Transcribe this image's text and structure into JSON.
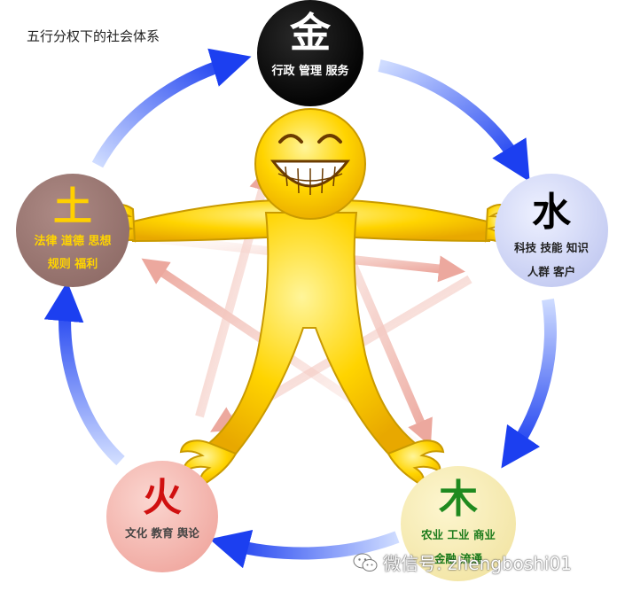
{
  "title": "五行分权下的社会体系",
  "elements": {
    "metal": {
      "glyph": "金",
      "line1": "行政 管理 服务",
      "line2": ""
    },
    "water": {
      "glyph": "水",
      "line1": "科技 技能 知识",
      "line2": "人群 客户"
    },
    "wood": {
      "glyph": "木",
      "line1": "农业 工业 商业",
      "line2": "金融 流通"
    },
    "fire": {
      "glyph": "火",
      "line1": "文化 教育 舆论",
      "line2": ""
    },
    "earth": {
      "glyph": "土",
      "line1": "法律 道德 思想",
      "line2": "规则 福利"
    }
  },
  "watermark": {
    "text": "微信号: zhengboshi01",
    "icon": "wechat-icon"
  },
  "colors": {
    "cycle_arrow": "#1e4bff",
    "cycle_arrow_light": "#bcd0ff",
    "star_arrow": "#e8a090",
    "figure_yellow": "#ffd200",
    "figure_outline": "#c99a00"
  }
}
